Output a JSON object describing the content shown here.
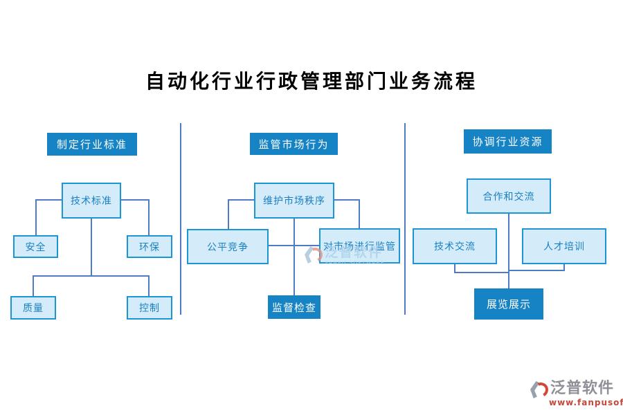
{
  "page": {
    "title": "自动化行业行政管理部门业务流程"
  },
  "colors": {
    "header_fill": "#1583c4",
    "node_fill": "#d4ecfa",
    "node_border": "#1b95d6",
    "node_text": "#1a7fc2",
    "connector": "#4d79c7",
    "title_text": "#000000",
    "watermark_gray": "#908f97",
    "watermark_red": "#c5473a",
    "watermark_blue": "#abd0ea"
  },
  "columns": [
    {
      "header": "制定行业标准",
      "root": "技术标准",
      "row1": [
        "安全",
        "环保"
      ],
      "row2": [
        "质量",
        "控制"
      ]
    },
    {
      "header": "监管市场行为",
      "root": "维护市场秩序",
      "children": [
        "公平竞争",
        "对市场进行监管"
      ],
      "action": "监督检查"
    },
    {
      "header": "协调行业资源",
      "root": "合作和交流",
      "children": [
        "技术交流",
        "人才培训"
      ],
      "action": "展览展示"
    }
  ],
  "watermarks": {
    "center": {
      "name": "泛普软件",
      "subtitle": "FANPU SOFTWARE"
    },
    "corner": {
      "name": "泛普软件",
      "url": "www.fanpusoft.com"
    }
  }
}
